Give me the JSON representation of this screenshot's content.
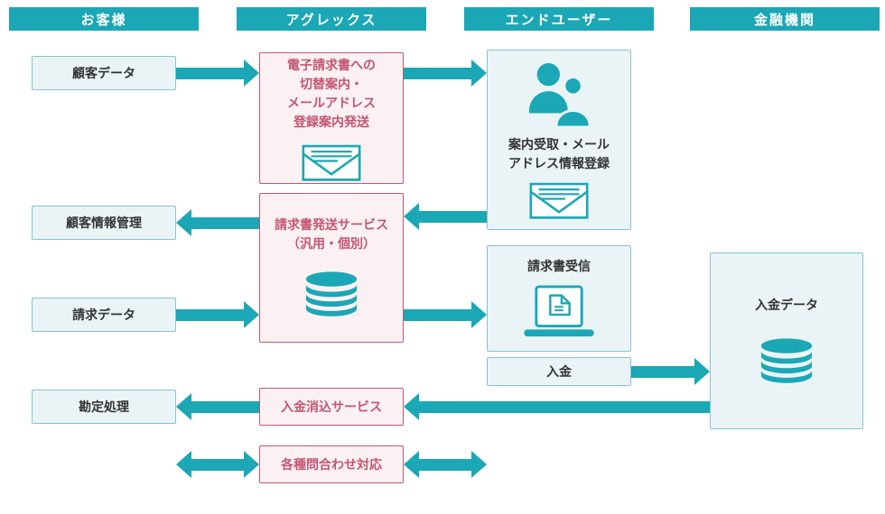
{
  "colors": {
    "teal": "#1BA7B5",
    "pink": "#C35672",
    "pink-bg": "#FBF1F2",
    "blue-border": "#85C3D1",
    "blue-bg": "#EAF4F7",
    "text": "#333333"
  },
  "headers": [
    "お客様",
    "アグレックス",
    "エンドユーザー",
    "金融機関"
  ],
  "customer": {
    "customer_data": "顧客データ",
    "customer_info_mgmt": "顧客情報管理",
    "billing_data": "請求データ",
    "account_processing": "勘定処理"
  },
  "agrex": {
    "switch_guidance": "電子請求書への\n切替案内・\nメールアドレス\n登録案内発送",
    "invoice_dispatch_service": "請求書発送サービス\n（汎用・個別）",
    "payment_reconciliation": "入金消込サービス",
    "inquiry_support": "各種問合わせ対応"
  },
  "end_user": {
    "guidance_receipt": "案内受取・メール\nアドレス情報登録",
    "invoice_receive": "請求書受信",
    "payment": "入金"
  },
  "bank": {
    "payment_data": "入金データ"
  }
}
